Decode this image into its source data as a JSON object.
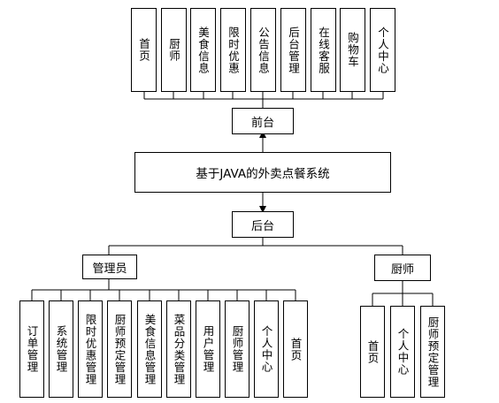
{
  "frontend": {
    "label": "前台",
    "items": [
      "首页",
      "厨师",
      "美食信息",
      "限时优惠",
      "公告信息",
      "后台管理",
      "在线客服",
      "购物车",
      "个人中心"
    ]
  },
  "system": {
    "title": "基于JAVA的外卖点餐系统"
  },
  "backend": {
    "label": "后台"
  },
  "admin": {
    "label": "管理员",
    "items": [
      "订单管理",
      "系统管理",
      "限时优惠管理",
      "厨师预定管理",
      "美食信息管理",
      "菜品分类管理",
      "用户管理",
      "厨师管理",
      "个人中心",
      "首页"
    ]
  },
  "chef": {
    "label": "厨师",
    "items": [
      "首页",
      "个人中心",
      "厨师预定管理"
    ]
  }
}
